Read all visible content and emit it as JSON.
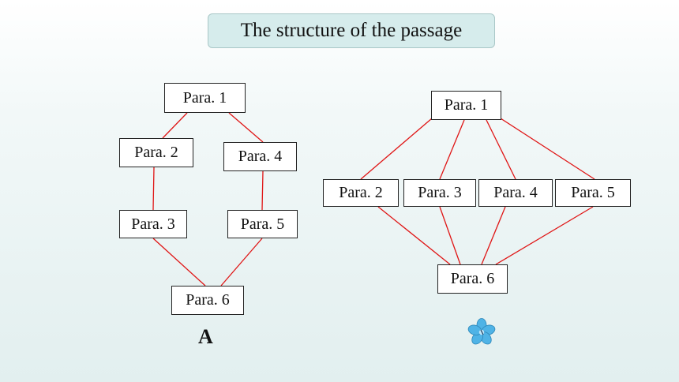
{
  "title": "The structure of the passage",
  "diagram_a": {
    "label": "A",
    "nodes": [
      "Para. 1",
      "Para. 2",
      "Para. 3",
      "Para. 4",
      "Para. 5",
      "Para. 6"
    ]
  },
  "diagram_b": {
    "nodes": [
      "Para. 1",
      "Para. 2",
      "Para. 3",
      "Para. 4",
      "Para. 5",
      "Para. 6"
    ],
    "label_icon": "flower-icon"
  },
  "colors": {
    "connector": "#e01515",
    "title_bg": "#d6ecec",
    "flower": "#4fb3e6"
  }
}
